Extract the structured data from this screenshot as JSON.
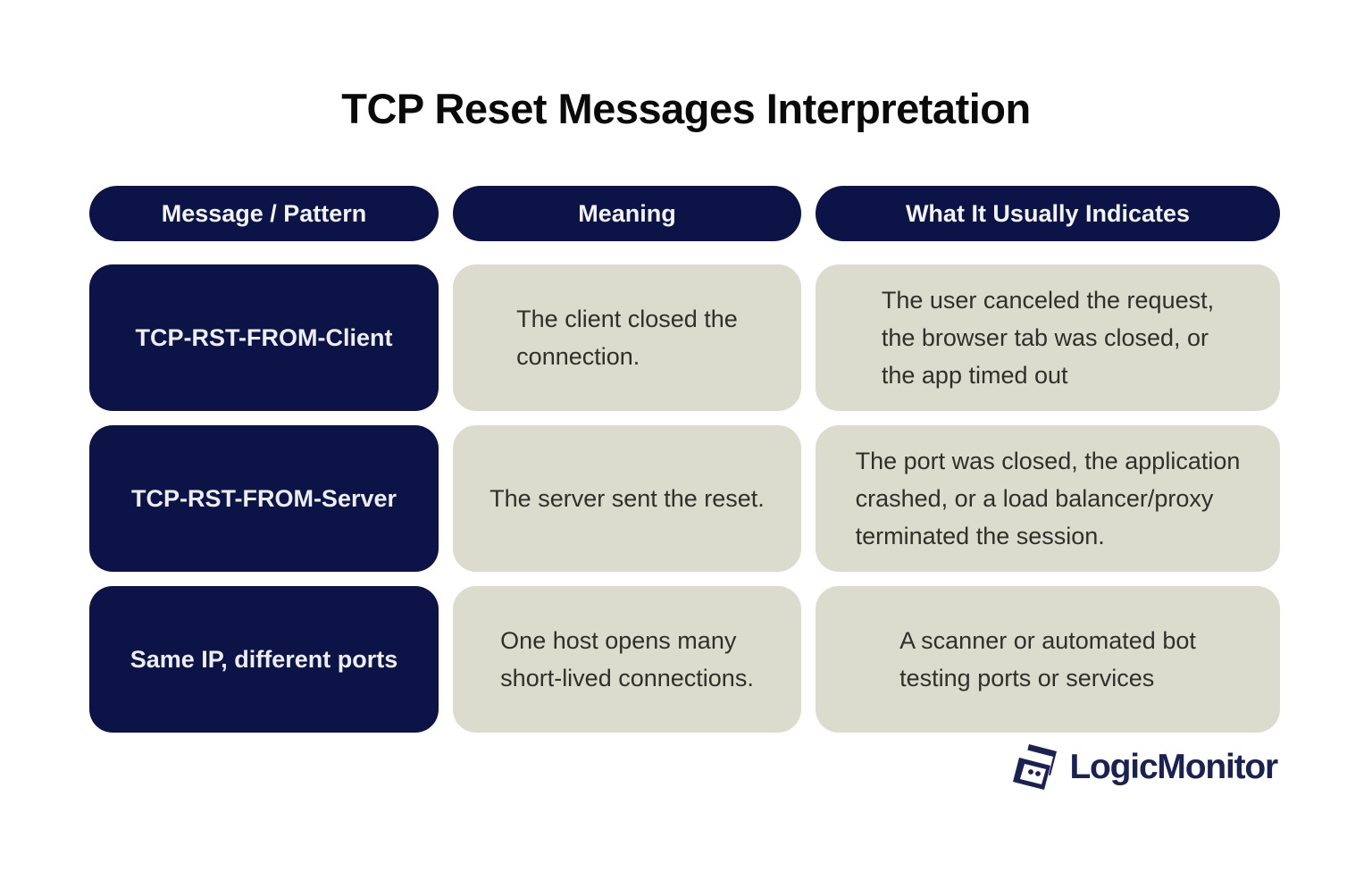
{
  "title": "TCP Reset Messages Interpretation",
  "chart_data": {
    "type": "table",
    "title": "TCP Reset Messages Interpretation",
    "columns": [
      "Message / Pattern",
      "Meaning",
      "What It Usually Indicates"
    ],
    "rows": [
      [
        "TCP-RST-FROM-Client",
        "The client closed the connection.",
        "The user canceled the request, the browser tab was closed, or the app timed out"
      ],
      [
        "TCP-RST-FROM-Server",
        "The server sent the reset.",
        "The port was closed, the application crashed, or a load balancer/proxy terminated the session."
      ],
      [
        "Same IP, different ports",
        "One host opens many short-lived connections.",
        "A scanner or automated bot testing ports or services"
      ]
    ]
  },
  "table": {
    "headers": {
      "pattern": "Message / Pattern",
      "meaning": "Meaning",
      "indicates": "What It Usually Indicates"
    },
    "rows": [
      {
        "pattern": "TCP-RST-FROM-Client",
        "meaning": "The client closed the\nconnection.",
        "indicates": "The user canceled the request,\nthe browser tab was closed, or\nthe app timed out"
      },
      {
        "pattern": "TCP-RST-FROM-Server",
        "meaning": "The server sent the reset.",
        "indicates": "The port was closed, the application\ncrashed, or a load balancer/proxy\nterminated the session."
      },
      {
        "pattern": "Same IP, different ports",
        "meaning": "One host opens many\nshort-lived connections.",
        "indicates": "A scanner or automated bot\ntesting ports or services"
      }
    ]
  },
  "branding": {
    "logo_text": "LogicMonitor"
  },
  "colors": {
    "navy": "#0B1347",
    "light_cell": "#DBDBCE",
    "logo_navy": "#1A2153",
    "body_text": "#30302B",
    "title_text": "#0A0A0A",
    "background": "#FFFFFF"
  }
}
